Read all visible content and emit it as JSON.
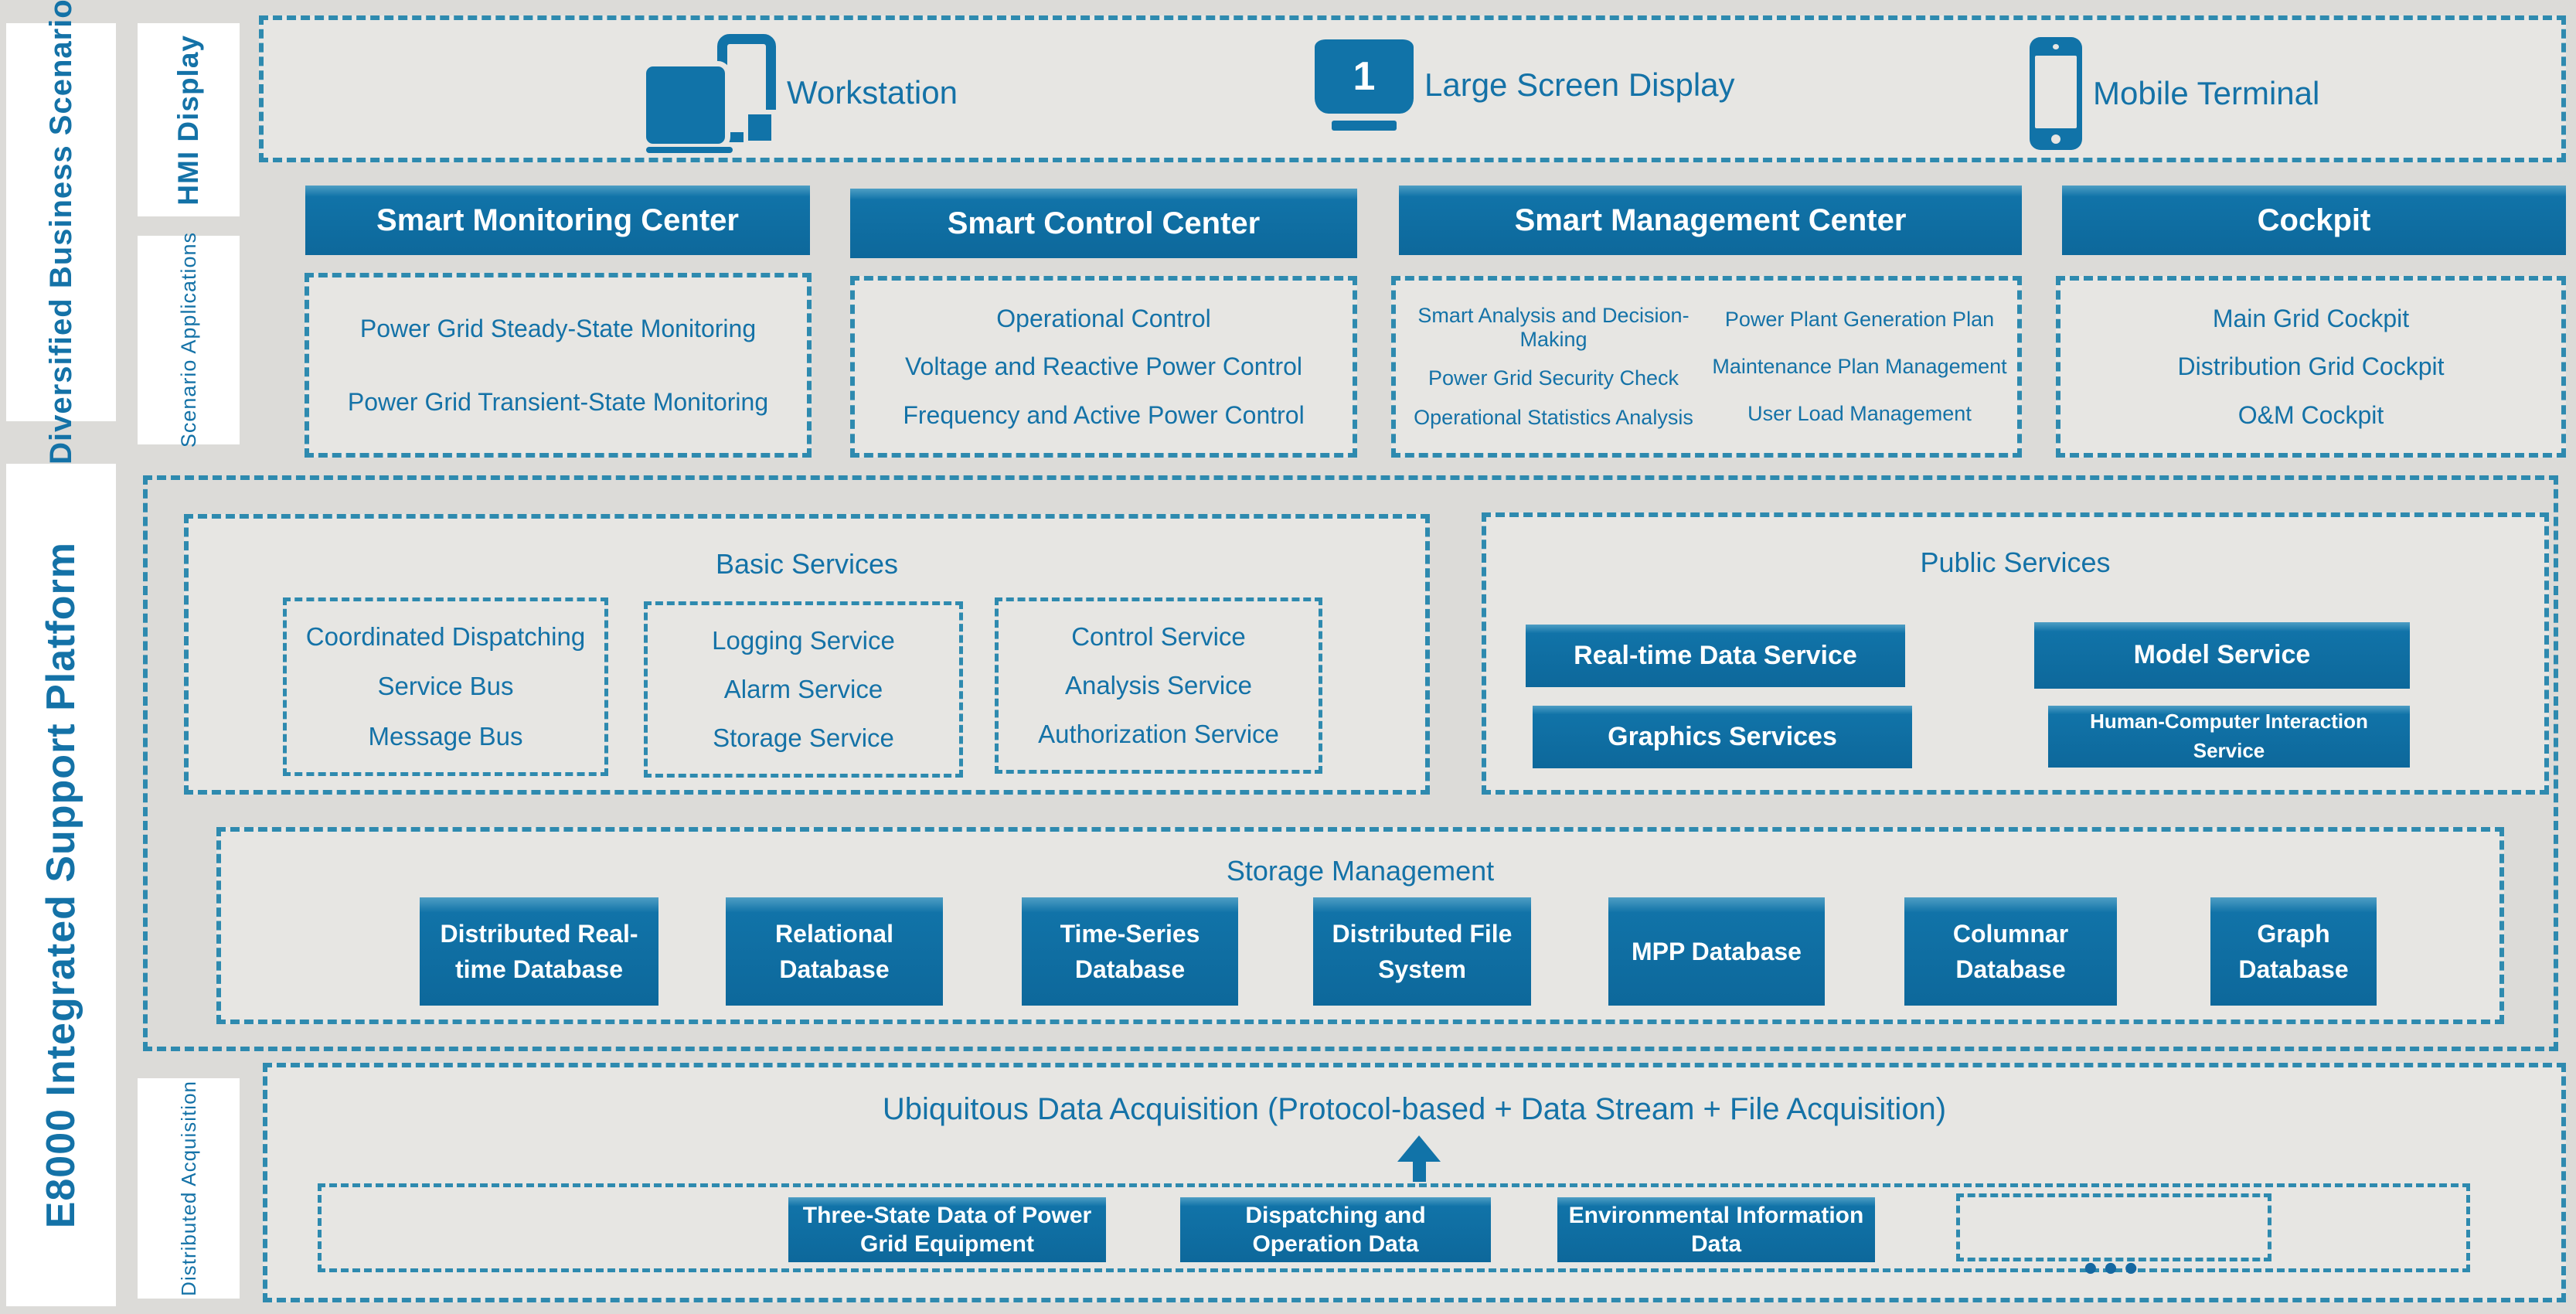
{
  "palette": {
    "blue": "#1173a8",
    "blue_deep": "#0d689b",
    "dash_border": "#2e8aaf",
    "text_blue": "#1472a7",
    "background": "#dcdbd8",
    "panel_fill": "#e7e6e3",
    "white": "#ffffff"
  },
  "sidebar": {
    "business_label": "Diversified Business Scenarios",
    "platform_label": "E8000 Integrated Support Platform"
  },
  "rails": {
    "hmi": "HMI Display",
    "scenario": "Scenario Applications",
    "acquisition": "Distributed Acquisition"
  },
  "hmi_row": {
    "items": [
      {
        "icon": "workstation-icon",
        "label": "Workstation"
      },
      {
        "icon": "large-screen-display-icon",
        "label": "Large Screen Display",
        "badge": "1"
      },
      {
        "icon": "mobile-terminal-icon",
        "label": "Mobile Terminal"
      }
    ]
  },
  "centers": [
    {
      "title": "Smart Monitoring Center",
      "items": [
        "Power Grid Steady-State Monitoring",
        "Power Grid Transient-State Monitoring"
      ]
    },
    {
      "title": "Smart Control Center",
      "items": [
        "Operational Control",
        "Voltage and Reactive Power Control",
        "Frequency and Active Power Control"
      ]
    },
    {
      "title": "Smart Management Center",
      "columns": [
        [
          "Smart Analysis and Decision-Making",
          "Power Grid Security Check",
          "Operational Statistics Analysis"
        ],
        [
          "Power Plant Generation Plan",
          "Maintenance Plan Management",
          "User Load Management"
        ]
      ]
    },
    {
      "title": "Cockpit",
      "items": [
        "Main Grid Cockpit",
        "Distribution Grid Cockpit",
        "O&M Cockpit"
      ]
    }
  ],
  "basic_services": {
    "title": "Basic Services",
    "groups": [
      [
        "Coordinated Dispatching",
        "Service Bus",
        "Message Bus"
      ],
      [
        "Logging Service",
        "Alarm Service",
        "Storage Service"
      ],
      [
        "Control Service",
        "Analysis Service",
        "Authorization Service"
      ]
    ]
  },
  "public_services": {
    "title": "Public Services",
    "buttons": [
      "Real-time Data Service",
      "Model Service",
      "Graphics Services",
      "Human-Computer Interaction Service"
    ]
  },
  "storage": {
    "title": "Storage Management",
    "databases": [
      "Distributed Real-time Database",
      "Relational Database",
      "Time-Series Database",
      "Distributed File System",
      "MPP Database",
      "Columnar Database",
      "Graph Database"
    ]
  },
  "acquisition": {
    "title": "Ubiquitous Data Acquisition (Protocol-based + Data Stream + File Acquisition)",
    "sources": [
      "Three-State Data of Power Grid Equipment",
      "Dispatching and Operation Data",
      "Environmental Information Data"
    ],
    "ellipsis": "•••"
  }
}
